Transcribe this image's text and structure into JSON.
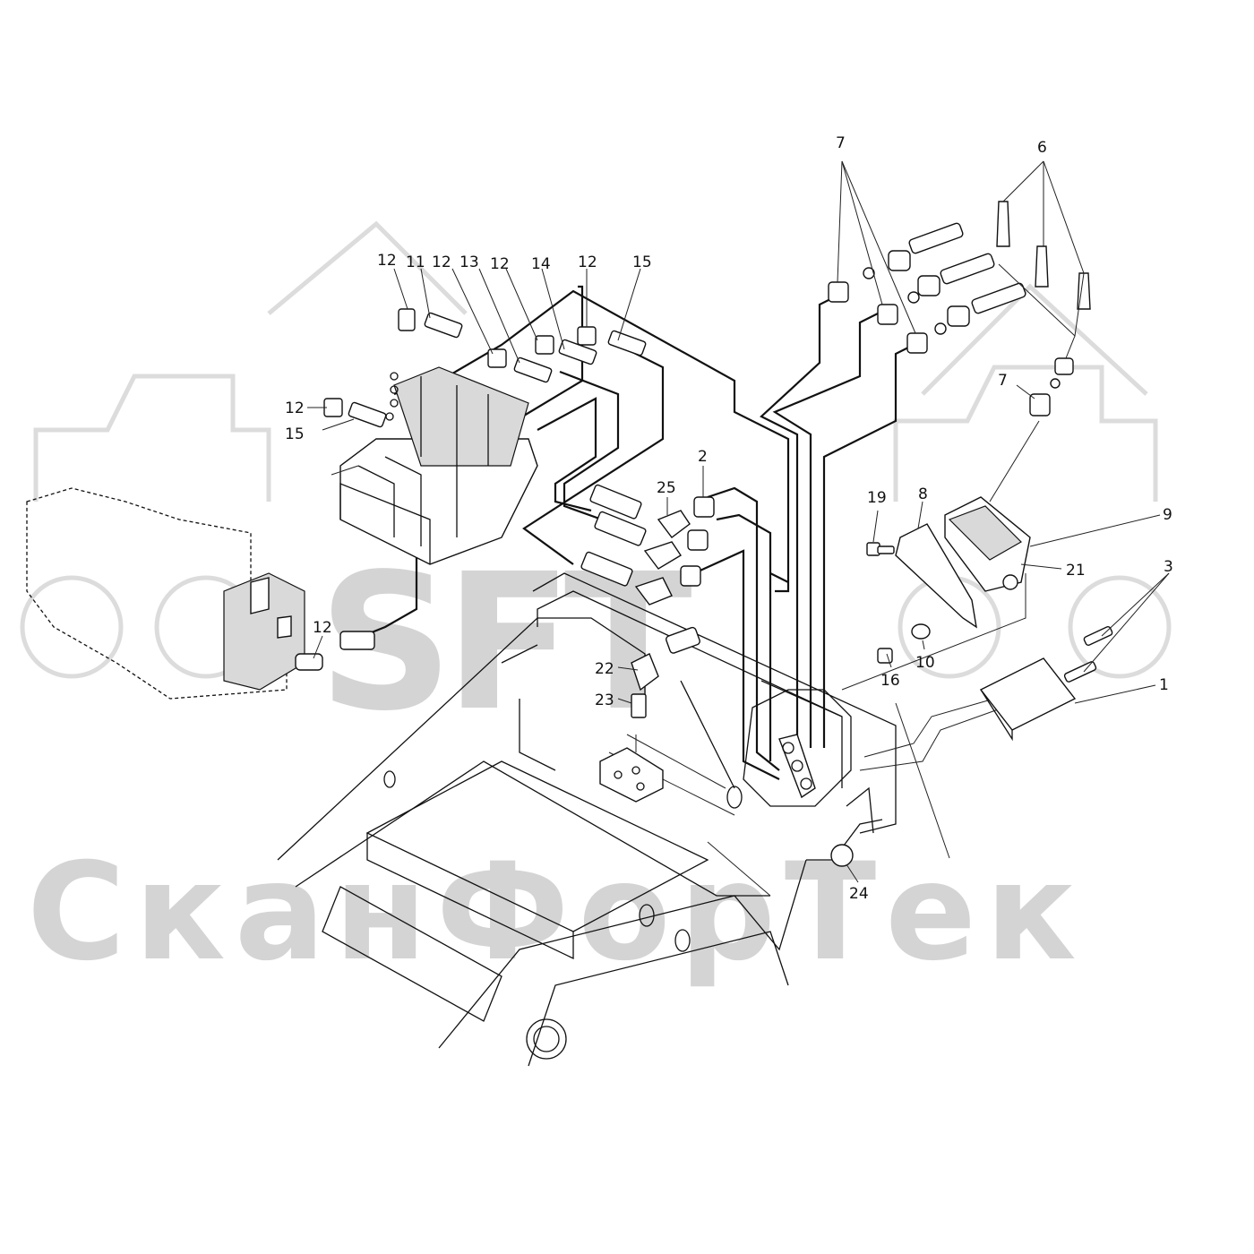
{
  "watermark": {
    "logo": "SFT",
    "company": "СканФорТек"
  },
  "callouts": [
    {
      "id": "c1",
      "text": "12"
    },
    {
      "id": "c2",
      "text": "11"
    },
    {
      "id": "c3",
      "text": "12"
    },
    {
      "id": "c4",
      "text": "13"
    },
    {
      "id": "c5",
      "text": "12"
    },
    {
      "id": "c6",
      "text": "14"
    },
    {
      "id": "c7",
      "text": "12"
    },
    {
      "id": "c8",
      "text": "15"
    },
    {
      "id": "c9",
      "text": "12"
    },
    {
      "id": "c10",
      "text": "15"
    },
    {
      "id": "c11",
      "text": "7"
    },
    {
      "id": "c12",
      "text": "6"
    },
    {
      "id": "c13",
      "text": "7"
    },
    {
      "id": "c14",
      "text": "2"
    },
    {
      "id": "c15",
      "text": "25"
    },
    {
      "id": "c16",
      "text": "19"
    },
    {
      "id": "c17",
      "text": "8"
    },
    {
      "id": "c18",
      "text": "9"
    },
    {
      "id": "c19",
      "text": "21"
    },
    {
      "id": "c20",
      "text": "3"
    },
    {
      "id": "c21",
      "text": "12"
    },
    {
      "id": "c22",
      "text": "22"
    },
    {
      "id": "c23",
      "text": "23"
    },
    {
      "id": "c24",
      "text": "16"
    },
    {
      "id": "c25",
      "text": "10"
    },
    {
      "id": "c26",
      "text": "1"
    },
    {
      "id": "c27",
      "text": "24"
    }
  ]
}
